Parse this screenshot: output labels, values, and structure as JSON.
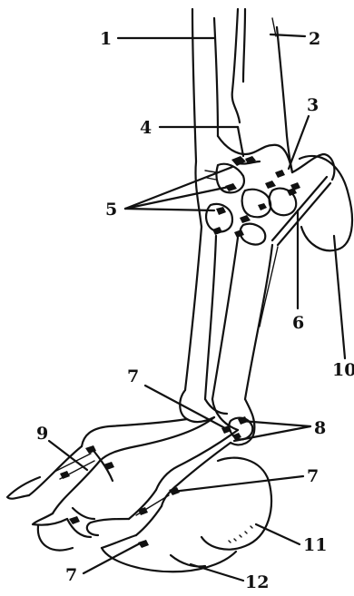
{
  "labels": [
    "1",
    "2",
    "3",
    "4",
    "5",
    "6",
    "7",
    "7",
    "7",
    "8",
    "9",
    "10",
    "11",
    "12"
  ]
}
